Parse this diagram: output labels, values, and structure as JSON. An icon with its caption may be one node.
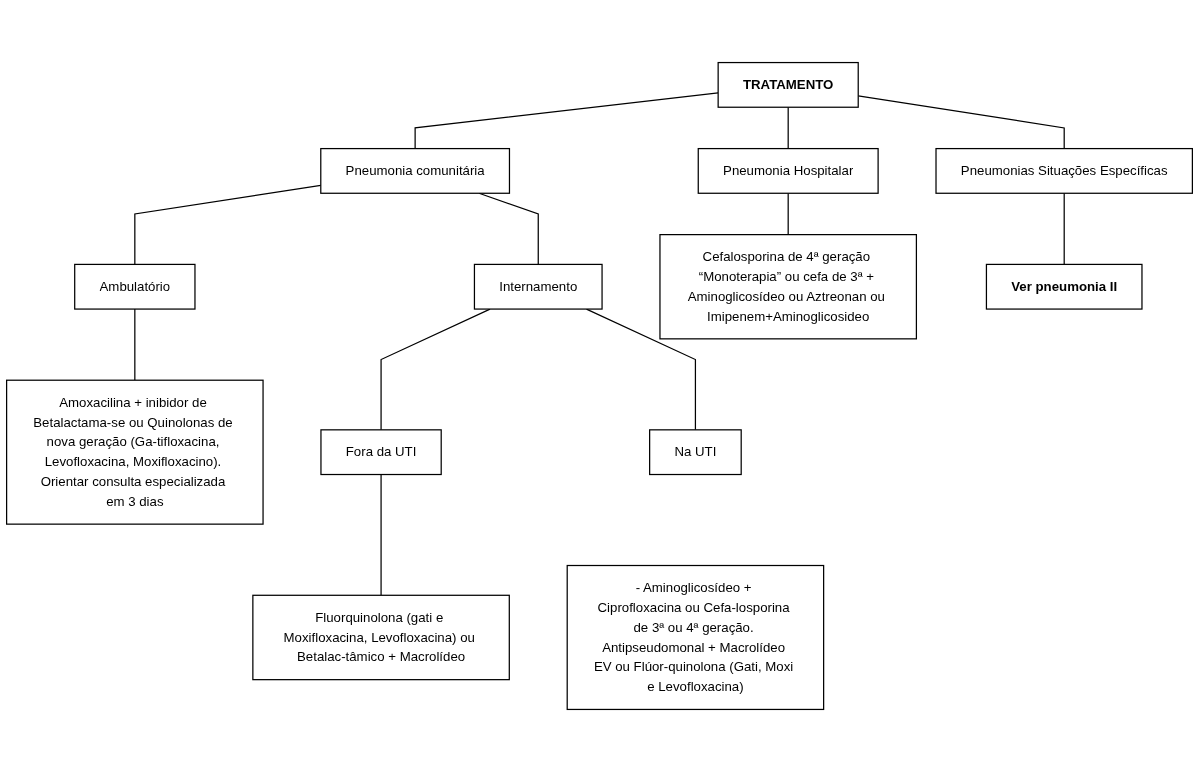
{
  "diagram": {
    "nodes": [
      {
        "text": [
          "TRATAMENTO"
        ]
      },
      {
        "text": [
          "Pneumonia comunitária"
        ]
      },
      {
        "text": [
          "Pneumonia Hospitalar"
        ]
      },
      {
        "text": [
          "Pneumonias Situações Específicas"
        ]
      },
      {
        "text": [
          "Ambulatório"
        ]
      },
      {
        "text": [
          "Internamento"
        ]
      },
      {
        "text": [
          "Amoxacilina + inibidor de Betalactama-se ou Quinolonas de nova geração (Ga-tifloxacina, Levofloxacina, Moxifloxacino). Orientar consulta especializada em 3 dias"
        ]
      },
      {
        "text": [
          "Cefalosporina de 4ª geração “Monoterapia” ou cefa de 3ª + Aminoglicosídeo ou Aztreonan ou Imipenem+Aminoglicosideo"
        ]
      },
      {
        "text": [
          "Ver pneumonia II"
        ]
      },
      {
        "text": [
          "Fora da UTI"
        ]
      },
      {
        "text": [
          "Na UTI"
        ]
      },
      {
        "text": [
          "Fluorquinolona (gati e Moxifloxacina, Levofloxacina) ou Betalac-tâmico + Macrolídeo"
        ]
      },
      {
        "text": [
          "- Aminoglicosídeo + Ciprofloxacina ou Cefa-losporina de 3ª ou 4ª geração. Antipseudomonal + Macrolídeo EV ou Flúor-quinolona (Gati, Moxi e Levofloxacina)"
        ]
      }
    ],
    "edges": [
      {
        "from": 0,
        "to": 1,
        "arrow": "none"
      },
      {
        "from": 0,
        "to": 2,
        "arrow": "none"
      },
      {
        "from": 0,
        "to": 3,
        "arrow": "none"
      },
      {
        "from": 1,
        "to": 4,
        "arrow": "none"
      },
      {
        "from": 1,
        "to": 5,
        "arrow": "none"
      },
      {
        "from": 4,
        "to": 6,
        "arrow": "none"
      },
      {
        "from": 2,
        "to": 7,
        "arrow": "none"
      },
      {
        "from": 3,
        "to": 8,
        "arrow": "none"
      },
      {
        "from": 5,
        "to": 9,
        "arrow": "none"
      },
      {
        "from": 5,
        "to": 10,
        "arrow": "none"
      },
      {
        "from": 9,
        "to": 11,
        "arrow": "none"
      }
    ]
  }
}
